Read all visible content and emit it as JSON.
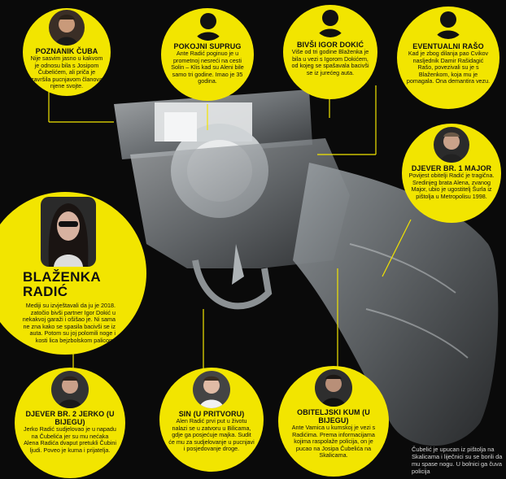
{
  "profiles": {
    "poznanik": {
      "name": "POZNANIK ČUBA",
      "text": "Nije sasvim jasno u kakvom je odnosu bila s Josipom Čubelićem, ali priča je završila pucnjavom članova njene svojte."
    },
    "suprug": {
      "name": "POKOJNI SUPRUG",
      "text": "Ante Radić poginuo je u prometnoj nesreći na cesti Solin – Klis kad su Aleni bile samo tri godine. Imao je 35 godina."
    },
    "dokic": {
      "name": "BIVŠI IGOR DOKIĆ",
      "text": "Više od tri godine Blaženka je bila u vezi s Igorom Dokićem, od kojeg se spašavala bacivši se iz jurećeg auta."
    },
    "raso": {
      "name": "EVENTUALNI RAŠO",
      "text": "Kad je zbog dilanja pao Cvikov nasljednik Damir Rašidagić Rašo, povezivali su je s Blaženkom, koja mu je pomagala. Ona demantira vezu."
    },
    "major": {
      "name": "DJEVER BR. 1 MAJOR",
      "text": "Povijest obitelji Radić je tragična. Sredinjeg brata Alena, zvanog Major, ubio je ugostitelj Šurla iz pištolja u Metropolisu 1998."
    },
    "blazenka": {
      "name": "BLAŽENKA RADIĆ",
      "text": "Mediji su izvještavali da ju je 2018. zatočio bivši partner Igor Dokić u nekakvoj garaži i ošišao je. Ni sama ne zna kako se spasila bacivši se iz auta. Potom su joj polomili noge i kosti lica bejzbolskom palicom."
    },
    "jerko": {
      "name": "DJEVER BR. 2 JERKO (U BIJEGU)",
      "text": "Jerko Radić sudjelovao je u napadu na Čubelića jer su mu nećaka Alena Radića dvaput pretukli Čubini ljudi. Poveo je kuma i prijatelja."
    },
    "sin": {
      "name": "SIN (U PRITVORU)",
      "text": "Alen Radić prvi put u životu nalazi se u zatvoru u Bilicama, gdje ga posjećuje majka. Sudit će mu za sudjelovanje u pucnjavi i posjedovanje droge."
    },
    "kum": {
      "name": "OBITELJSKI KUM (U BIJEGU)",
      "text": "Ante Vamica u kumskoj je vezi s Radićima. Prema informacijama kojima raspolaže policija, on je pucao na Josipa Čubelića na Skalicama."
    }
  },
  "caption": "Čubelić je upucan iz pištolja na Skalicama i liječnici su se borili da mu spase nogu. U bolnici ga čuva policija",
  "colors": {
    "accent": "#f2e500",
    "background": "#0a0a0a"
  }
}
